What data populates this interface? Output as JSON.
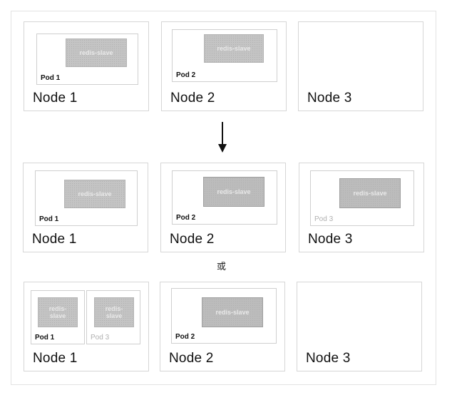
{
  "rows": [
    {
      "nodes": [
        {
          "label": "Node 1",
          "pods": [
            {
              "label": "Pod 1",
              "container": "redis-slave"
            }
          ]
        },
        {
          "label": "Node 2",
          "pods": [
            {
              "label": "Pod 2",
              "container": "redis-slave"
            }
          ]
        },
        {
          "label": "Node 3",
          "pods": []
        }
      ]
    },
    {
      "nodes": [
        {
          "label": "Node 1",
          "pods": [
            {
              "label": "Pod 1",
              "container": "redis-slave"
            }
          ]
        },
        {
          "label": "Node 2",
          "pods": [
            {
              "label": "Pod 2",
              "container": "redis-slave"
            }
          ]
        },
        {
          "label": "Node 3",
          "pods": [
            {
              "label": "Pod 3",
              "container": "redis-slave"
            }
          ]
        }
      ]
    },
    {
      "nodes": [
        {
          "label": "Node 1",
          "pods": [
            {
              "label": "Pod 1",
              "container_lines": [
                "redis-",
                "slave"
              ]
            },
            {
              "label": "Pod 3",
              "container_lines": [
                "redis-",
                "slave"
              ]
            }
          ]
        },
        {
          "label": "Node 2",
          "pods": [
            {
              "label": "Pod 2",
              "container": "redis-slave"
            }
          ]
        },
        {
          "label": "Node 3",
          "pods": []
        }
      ]
    }
  ],
  "or_text": "或",
  "arrow_icon": "down-arrow-icon"
}
